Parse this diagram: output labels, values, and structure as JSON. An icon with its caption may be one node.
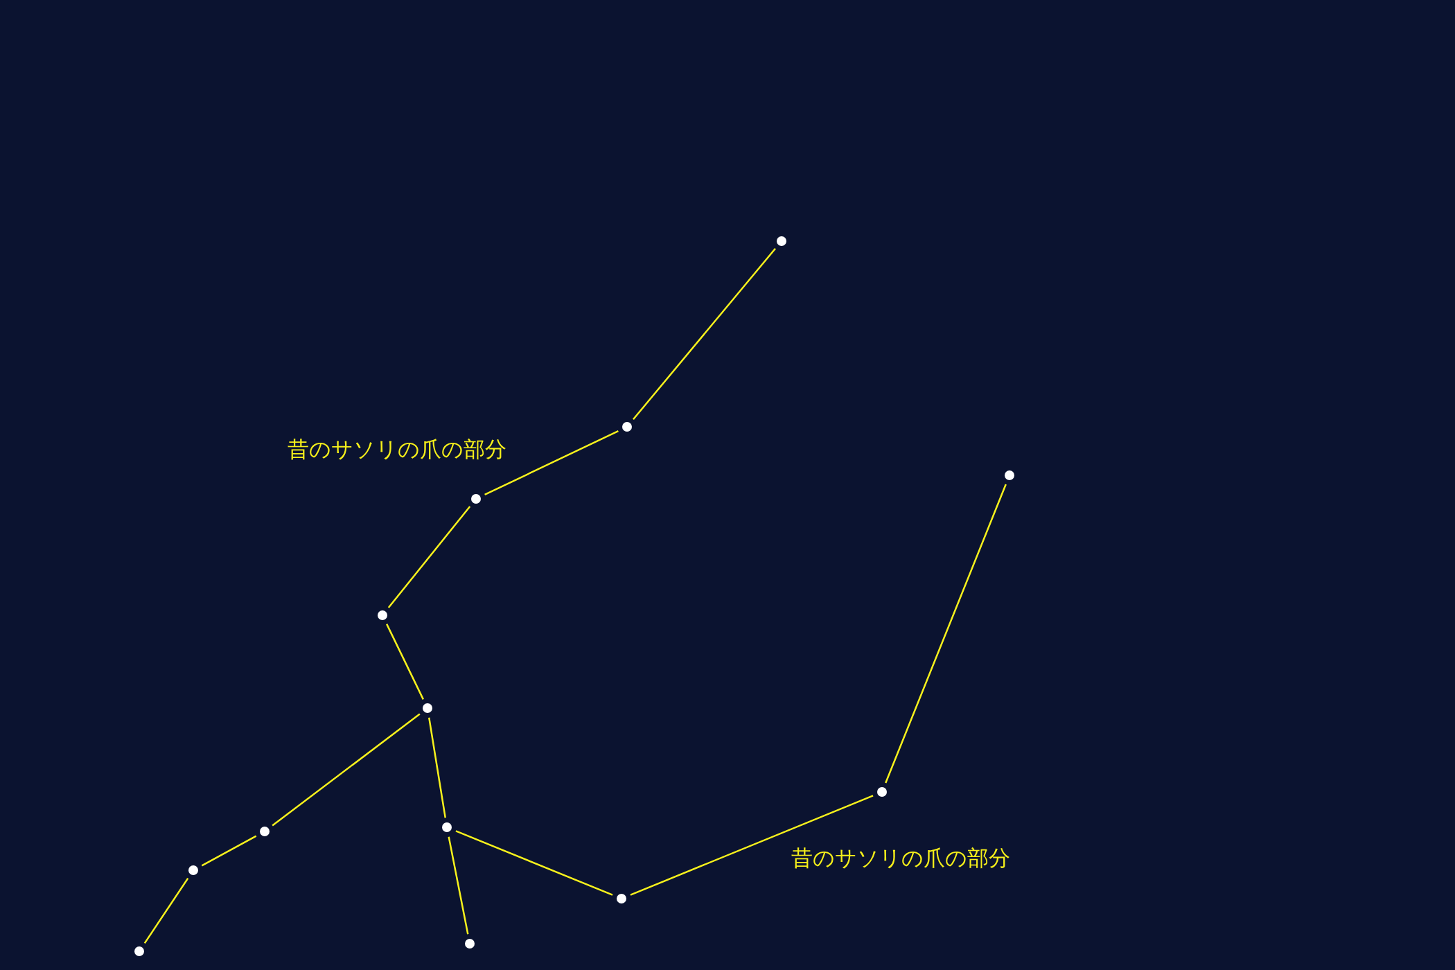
{
  "diagram": {
    "nodes": [
      {
        "text": [],
        "shape": "circle"
      },
      {
        "text": [],
        "shape": "circle"
      },
      {
        "text": [],
        "shape": "circle"
      },
      {
        "text": [],
        "shape": "circle"
      },
      {
        "text": [],
        "shape": "circle"
      },
      {
        "text": [],
        "shape": "circle"
      },
      {
        "text": [],
        "shape": "circle"
      },
      {
        "text": [],
        "shape": "circle"
      },
      {
        "text": [],
        "shape": "circle"
      },
      {
        "text": [],
        "shape": "circle"
      },
      {
        "text": [],
        "shape": "circle"
      },
      {
        "text": [],
        "shape": "circle"
      },
      {
        "text": [],
        "shape": "circle"
      }
    ],
    "edges": [
      {
        "from": 0,
        "to": 1,
        "arrow": "none"
      },
      {
        "from": 1,
        "to": 3,
        "arrow": "none"
      },
      {
        "from": 3,
        "to": 4,
        "arrow": "none"
      },
      {
        "from": 4,
        "to": 5,
        "arrow": "none"
      },
      {
        "from": 5,
        "to": 8,
        "arrow": "none"
      },
      {
        "from": 8,
        "to": 9,
        "arrow": "none"
      },
      {
        "from": 9,
        "to": 12,
        "arrow": "none"
      },
      {
        "from": 5,
        "to": 7,
        "arrow": "none"
      },
      {
        "from": 7,
        "to": 11,
        "arrow": "none"
      },
      {
        "from": 7,
        "to": 10,
        "arrow": "none"
      },
      {
        "from": 10,
        "to": 6,
        "arrow": "none"
      },
      {
        "from": 6,
        "to": 2,
        "arrow": "none"
      }
    ],
    "labels": [
      "昔のサソリの爪の部分",
      "昔のサソリの爪の部分"
    ]
  }
}
